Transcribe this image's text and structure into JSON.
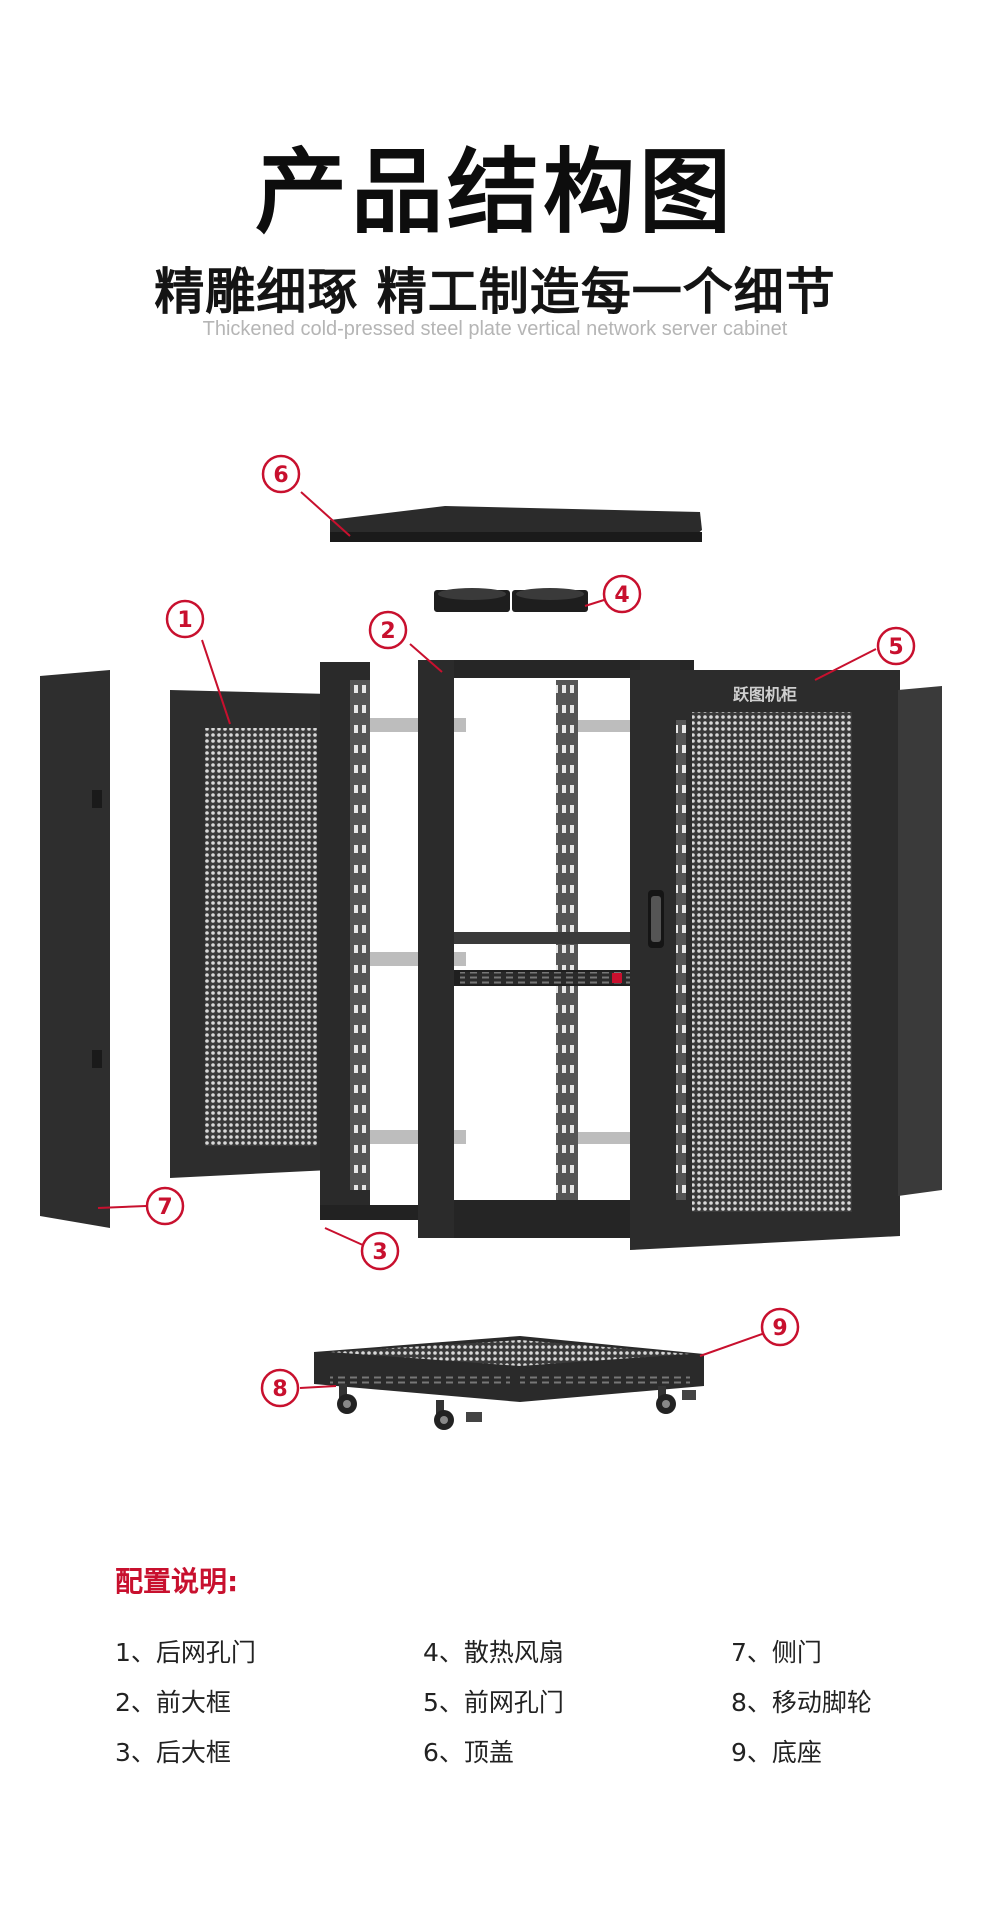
{
  "header": {
    "title": "产品结构图",
    "subtitle": "精雕细琢 精工制造每一个细节",
    "subtitle_en": "Thickened cold-pressed steel plate vertical network server cabinet"
  },
  "diagram": {
    "brand_label": "跃图机柜",
    "callouts": [
      "1",
      "2",
      "3",
      "4",
      "5",
      "6",
      "7",
      "8",
      "9"
    ],
    "callout_color": "#c8102e"
  },
  "config": {
    "heading": "配置说明:",
    "items": [
      "1、后网孔门",
      "4、散热风扇",
      "7、侧门",
      "2、前大框",
      "5、前网孔门",
      "8、移动脚轮",
      "3、后大框",
      "6、顶盖",
      "9、底座"
    ]
  }
}
